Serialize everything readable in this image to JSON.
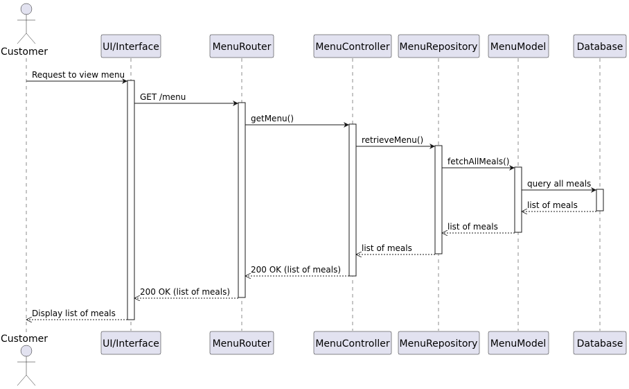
{
  "colors": {
    "participant_fill": "#E2E2F0",
    "line": "#181818",
    "activation_fill": "#FFFFFF",
    "background": "#FFFFFF"
  },
  "actor": {
    "name": "Customer",
    "icon": "stick-figure-icon"
  },
  "participants": [
    {
      "id": "ui",
      "name": "UI/Interface"
    },
    {
      "id": "router",
      "name": "MenuRouter"
    },
    {
      "id": "controller",
      "name": "MenuController"
    },
    {
      "id": "repository",
      "name": "MenuRepository"
    },
    {
      "id": "model",
      "name": "MenuModel"
    },
    {
      "id": "db",
      "name": "Database"
    }
  ],
  "messages": [
    {
      "from": "actor",
      "to": "ui",
      "label": "Request to view menu",
      "kind": "sync"
    },
    {
      "from": "ui",
      "to": "router",
      "label": "GET /menu",
      "kind": "sync"
    },
    {
      "from": "router",
      "to": "controller",
      "label": "getMenu()",
      "kind": "sync"
    },
    {
      "from": "controller",
      "to": "repository",
      "label": "retrieveMenu()",
      "kind": "sync"
    },
    {
      "from": "repository",
      "to": "model",
      "label": "fetchAllMeals()",
      "kind": "sync"
    },
    {
      "from": "model",
      "to": "db",
      "label": "query all meals",
      "kind": "sync"
    },
    {
      "from": "db",
      "to": "model",
      "label": "list of meals",
      "kind": "return"
    },
    {
      "from": "model",
      "to": "repository",
      "label": "list of meals",
      "kind": "return"
    },
    {
      "from": "repository",
      "to": "controller",
      "label": "list of meals",
      "kind": "return"
    },
    {
      "from": "controller",
      "to": "router",
      "label": "200 OK (list of meals)",
      "kind": "return"
    },
    {
      "from": "router",
      "to": "ui",
      "label": "200 OK (list of meals)",
      "kind": "return"
    },
    {
      "from": "ui",
      "to": "actor",
      "label": "Display list of meals",
      "kind": "return"
    }
  ]
}
